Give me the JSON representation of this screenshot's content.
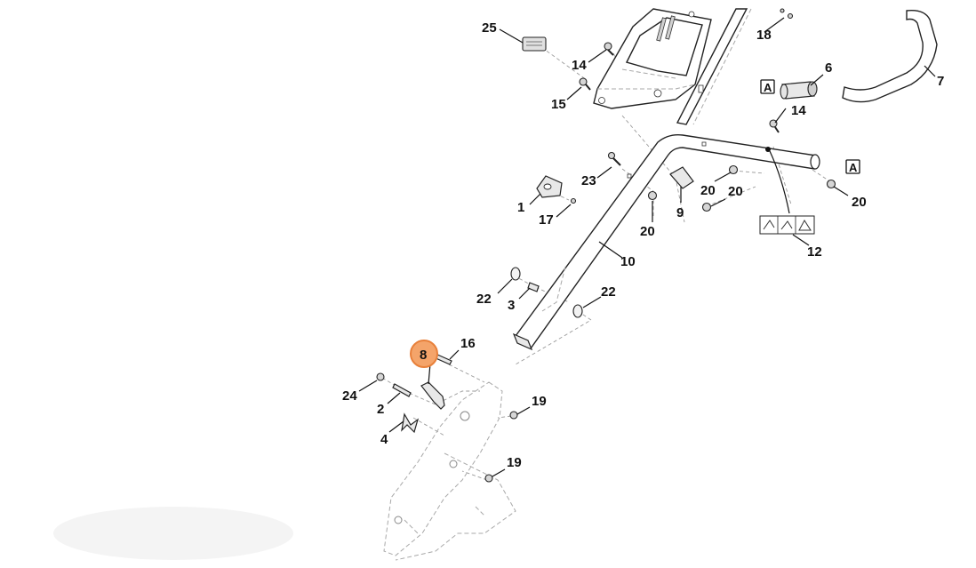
{
  "highlight_color": "#f4a46a",
  "highlight_stroke": "#e8803a",
  "callouts": [
    {
      "id": "c25",
      "label": "25"
    },
    {
      "id": "c14a",
      "label": "14"
    },
    {
      "id": "c15",
      "label": "15"
    },
    {
      "id": "c18",
      "label": "18"
    },
    {
      "id": "c6",
      "label": "6"
    },
    {
      "id": "c7",
      "label": "7"
    },
    {
      "id": "c14b",
      "label": "14"
    },
    {
      "id": "c23",
      "label": "23"
    },
    {
      "id": "c1",
      "label": "1"
    },
    {
      "id": "c17",
      "label": "17"
    },
    {
      "id": "c9",
      "label": "9"
    },
    {
      "id": "c20a",
      "label": "20"
    },
    {
      "id": "c20b",
      "label": "20"
    },
    {
      "id": "c20c",
      "label": "20"
    },
    {
      "id": "c20d",
      "label": "20"
    },
    {
      "id": "c10",
      "label": "10"
    },
    {
      "id": "c12",
      "label": "12"
    },
    {
      "id": "c22a",
      "label": "22"
    },
    {
      "id": "c3",
      "label": "3"
    },
    {
      "id": "c22b",
      "label": "22"
    },
    {
      "id": "c8",
      "label": "8",
      "selected": true
    },
    {
      "id": "c16",
      "label": "16"
    },
    {
      "id": "c24",
      "label": "24"
    },
    {
      "id": "c2",
      "label": "2"
    },
    {
      "id": "c19a",
      "label": "19"
    },
    {
      "id": "c4",
      "label": "4"
    },
    {
      "id": "c19b",
      "label": "19"
    }
  ],
  "reference_marks": [
    {
      "id": "refA1",
      "label": "A"
    },
    {
      "id": "refA2",
      "label": "A"
    }
  ]
}
